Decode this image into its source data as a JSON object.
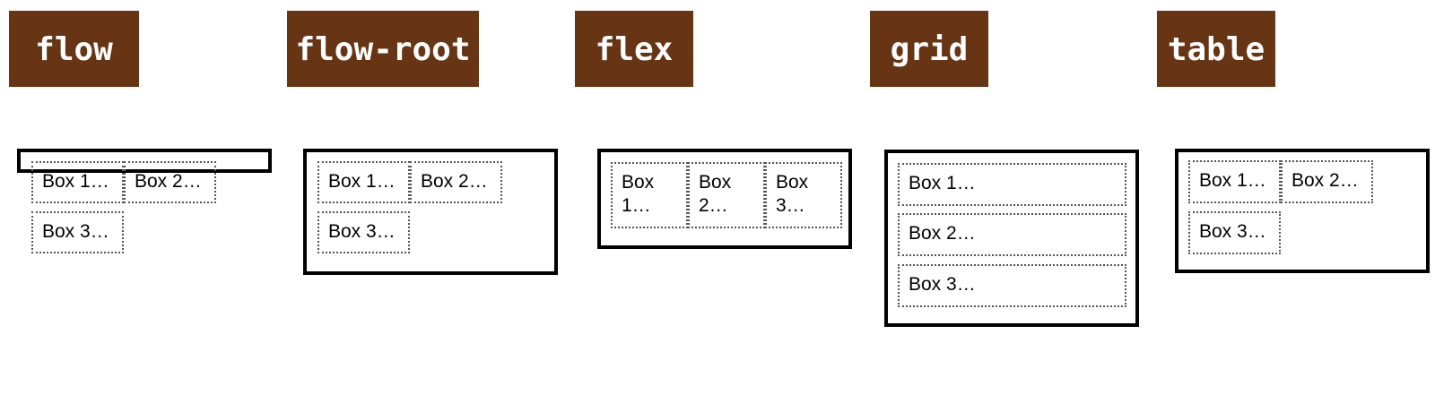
{
  "labels": {
    "flow": "flow",
    "flow_root": "flow-root",
    "flex": "flex",
    "grid": "grid",
    "table": "table"
  },
  "demos": {
    "flow": {
      "boxes": [
        "Box 1…",
        "Box 2…",
        "Box 3…"
      ]
    },
    "flow_root": {
      "boxes": [
        "Box 1…",
        "Box 2…",
        "Box 3…"
      ]
    },
    "flex": {
      "boxes": [
        "Box\n1…",
        "Box\n2…",
        "Box\n3…"
      ]
    },
    "grid": {
      "boxes": [
        "Box 1…",
        "Box 2…",
        "Box 3…"
      ]
    },
    "table": {
      "boxes": [
        "Box 1…",
        "Box 2…",
        "Box 3…"
      ]
    }
  },
  "colors": {
    "label_bg": "#673414",
    "label_text": "#ffffff",
    "container_border": "#000000",
    "box_border": "#555555"
  }
}
